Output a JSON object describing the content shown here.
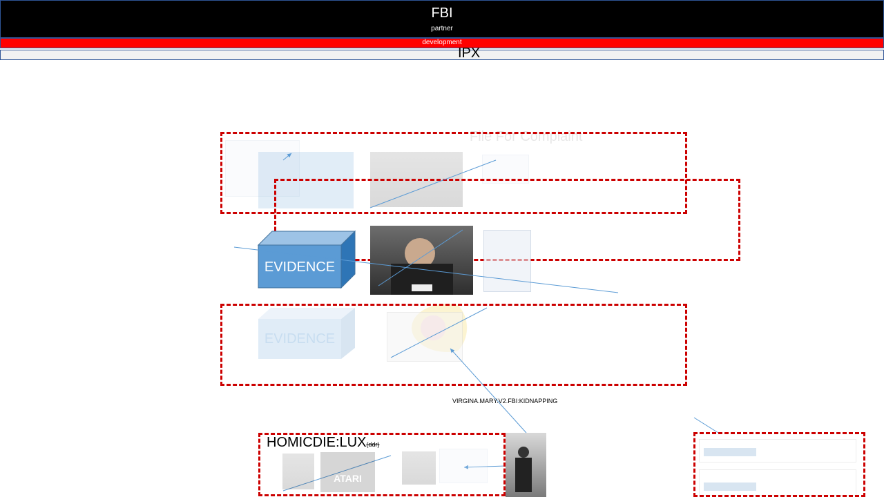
{
  "header": {
    "title": "FBI",
    "subtitle": "partner"
  },
  "banner": {
    "development_label": "development"
  },
  "ipx_label": "IPX",
  "complaint_title": "File For Complaint",
  "evidence": {
    "main_label": "EVIDENCE",
    "faded_label": "EVIDENCE"
  },
  "case_label": "VIRGINA.MARY.V2.FBI:KIDNAPPING",
  "homicide": {
    "label": "HOMICDIE:LUX",
    "suffix": "(ddr)"
  },
  "atari_label": "ATARI",
  "colors": {
    "dash": "#cc0000",
    "evidence": "#5b9bd5",
    "banner": "#ff0000",
    "header_bg": "#000000"
  }
}
